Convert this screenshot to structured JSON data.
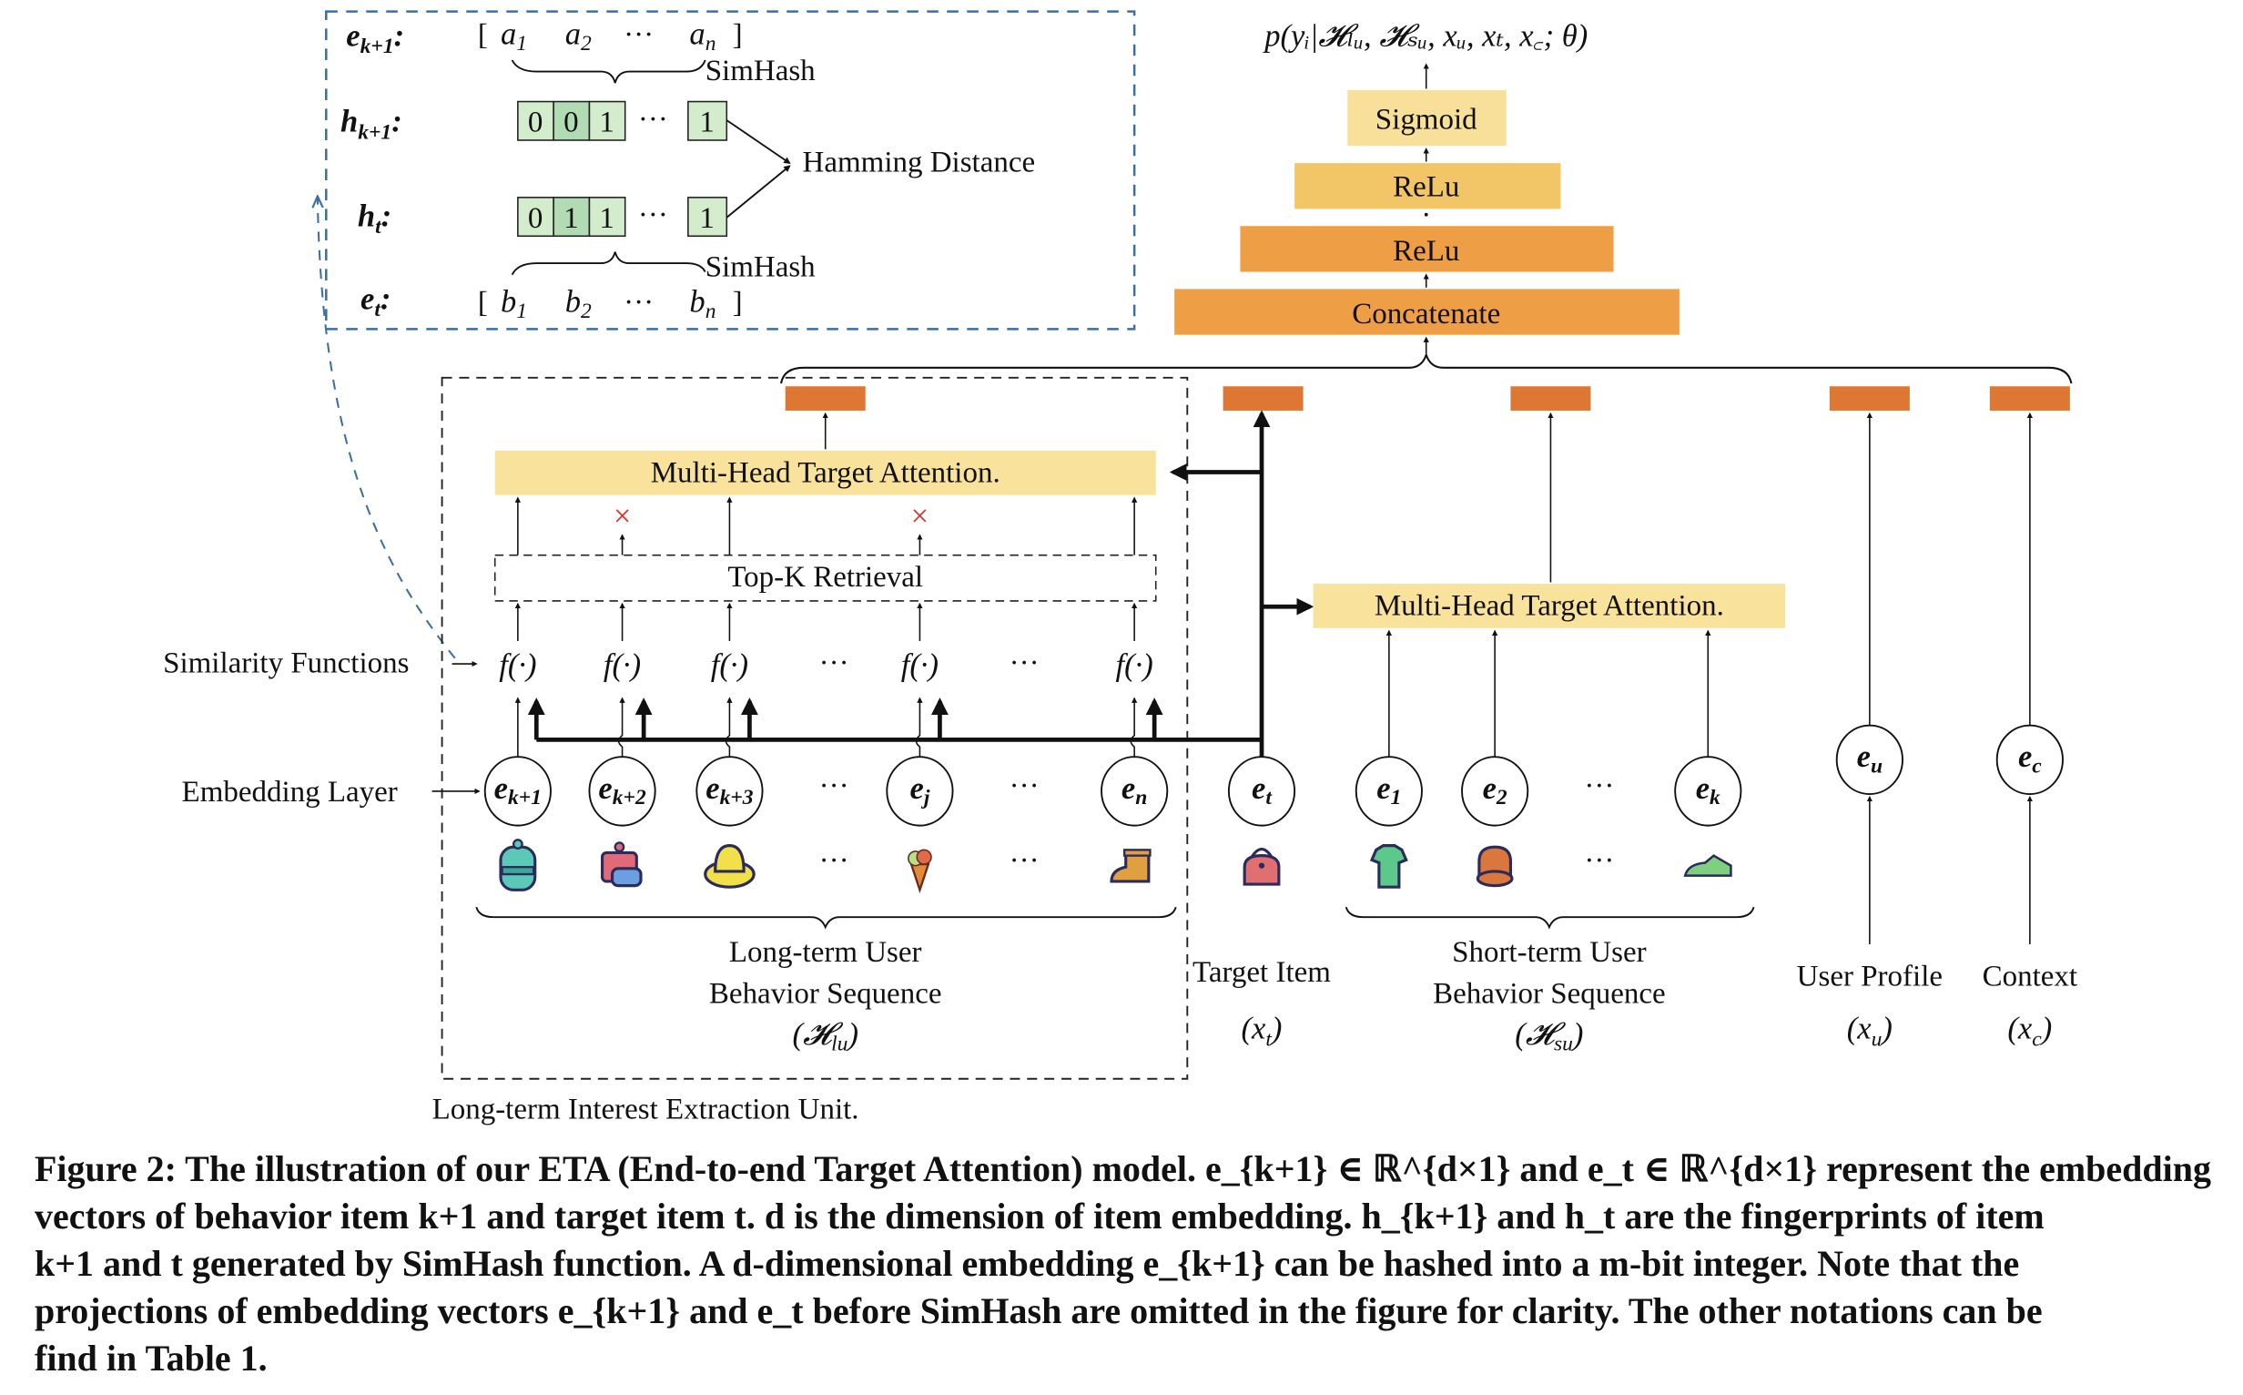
{
  "simhash_panel": {
    "row_labels": {
      "e_k1": "e",
      "e_k1_sub": "k+1",
      "h_k1": "h",
      "h_k1_sub": "k+1",
      "h_t": "h",
      "h_t_sub": "t",
      "e_t": "e",
      "e_t_sub": "t",
      "colon": ":"
    },
    "vector_a": [
      "a",
      "a",
      "a"
    ],
    "vector_a_subs": [
      "1",
      "2",
      "n"
    ],
    "vector_b": [
      "b",
      "b",
      "b"
    ],
    "vector_b_subs": [
      "1",
      "2",
      "n"
    ],
    "open_bracket": "[",
    "close_bracket": "]",
    "ellipsis": "···",
    "h_k1_bits": [
      "0",
      "0",
      "1",
      "1"
    ],
    "h_t_bits": [
      "0",
      "1",
      "1",
      "1"
    ],
    "simhash_label": "SimHash",
    "hamming_label": "Hamming Distance"
  },
  "output_stack": {
    "probability": "p(y",
    "probability_full": "p(yᵢ|𝓗ₗᵤ, 𝓗ₛᵤ, xᵤ, xₜ, x꜀; θ)",
    "layers": [
      "Sigmoid",
      "ReLu",
      "ReLu",
      "Concatenate"
    ]
  },
  "long_term_unit": {
    "attention_label": "Multi-Head Target Attention.",
    "topk_label": "Top-K Retrieval",
    "similarity_functions_label": "Similarity Functions",
    "embedding_layer_label": "Embedding Layer",
    "function_symbol": "f(·)",
    "embeddings": [
      {
        "base": "e",
        "sub": "k+1"
      },
      {
        "base": "e",
        "sub": "k+2"
      },
      {
        "base": "e",
        "sub": "k+3"
      },
      {
        "base": "e",
        "sub": "j"
      },
      {
        "base": "e",
        "sub": "n"
      }
    ],
    "sequence_label_line1": "Long-term User",
    "sequence_label_line2": "Behavior Sequence",
    "sequence_symbol": "(𝓗",
    "sequence_symbol_sub": "lu",
    "sequence_symbol_close": ")",
    "unit_label": "Long-term Interest Extraction Unit.",
    "dropped_marker": "×"
  },
  "target": {
    "embedding": {
      "base": "e",
      "sub": "t"
    },
    "label": "Target Item",
    "symbol": "(x",
    "symbol_sub": "t",
    "symbol_close": ")"
  },
  "short_term": {
    "attention_label": "Multi-Head Target Attention.",
    "embeddings": [
      {
        "base": "e",
        "sub": "1"
      },
      {
        "base": "e",
        "sub": "2"
      },
      {
        "base": "e",
        "sub": "k"
      }
    ],
    "label_line1": "Short-term User",
    "label_line2": "Behavior Sequence",
    "symbol": "(𝓗",
    "symbol_sub": "su",
    "symbol_close": ")"
  },
  "user_profile": {
    "embedding": {
      "base": "e",
      "sub": "u"
    },
    "label": "User Profile",
    "symbol": "(x",
    "symbol_sub": "u",
    "symbol_close": ")"
  },
  "context": {
    "embedding": {
      "base": "e",
      "sub": "c"
    },
    "label": "Context",
    "symbol": "(x",
    "symbol_sub": "c",
    "symbol_close": ")"
  },
  "item_icons": {
    "long_term": [
      "backpack-icon",
      "cookware-icon",
      "sun-hat-icon",
      "ice-cream-icon",
      "boot-icon"
    ],
    "target": "handbag-icon",
    "short_term": [
      "t-shirt-icon",
      "cap-icon",
      "sneaker-icon"
    ]
  },
  "colors": {
    "sigmoid": "#f8e09a",
    "relu_light": "#f2c566",
    "relu_dark": "#ee9e45",
    "concatenate": "#ee9e45",
    "output_token": "#dd7733",
    "attention_box": "#f8e29c",
    "bit_light": "#d3eccb",
    "bit_dark": "#b1dcb3",
    "panel_border": "#3a6ea5",
    "drop_marker": "#e03030"
  },
  "caption": {
    "line1": "Figure 2: The illustration of our ETA (End-to-end Target Attention) model. e_{k+1} ∈ ℝ^{d×1} and e_t ∈ ℝ^{d×1} represent the embedding",
    "line2": "vectors of behavior item k+1 and target item t. d is the dimension of item embedding. h_{k+1} and h_t are the fingerprints of item",
    "line3": "k+1 and t generated by SimHash function. A d-dimensional embedding e_{k+1} can be hashed into a m-bit integer. Note that the",
    "line4": "projections of embedding vectors e_{k+1} and e_t before SimHash are omitted in the figure for clarity. The other notations can be",
    "line5": "find in Table 1.",
    "p1": "Figure 2: The illustration of our ETA (End-to-end Target Attention) model. ",
    "p2": " ∈ ℝ",
    "p3": "d×1",
    "p4": " and ",
    "p5": " represent the embedding vectors of behavior item ",
    "p6": "k",
    "p7": "+1 and target item ",
    "p8": "t",
    "p9": ". ",
    "p10": "d",
    "p11": " is the dimension of item embedding. ",
    "p12": " are the fingerprints of item ",
    "p13": "+1 and ",
    "p14": " generated by SimHash function. A ",
    "p15": "-dimensional embedding ",
    "p16": " can be hashed into a ",
    "p17": "m",
    "p18": "-bit integer. Note that the projections of embedding vectors ",
    "p19": " before SimHash are omitted in the figure for clarity. The other notations can be find in Table 1.",
    "e": "e",
    "h": "h",
    "k1": "k+1"
  }
}
